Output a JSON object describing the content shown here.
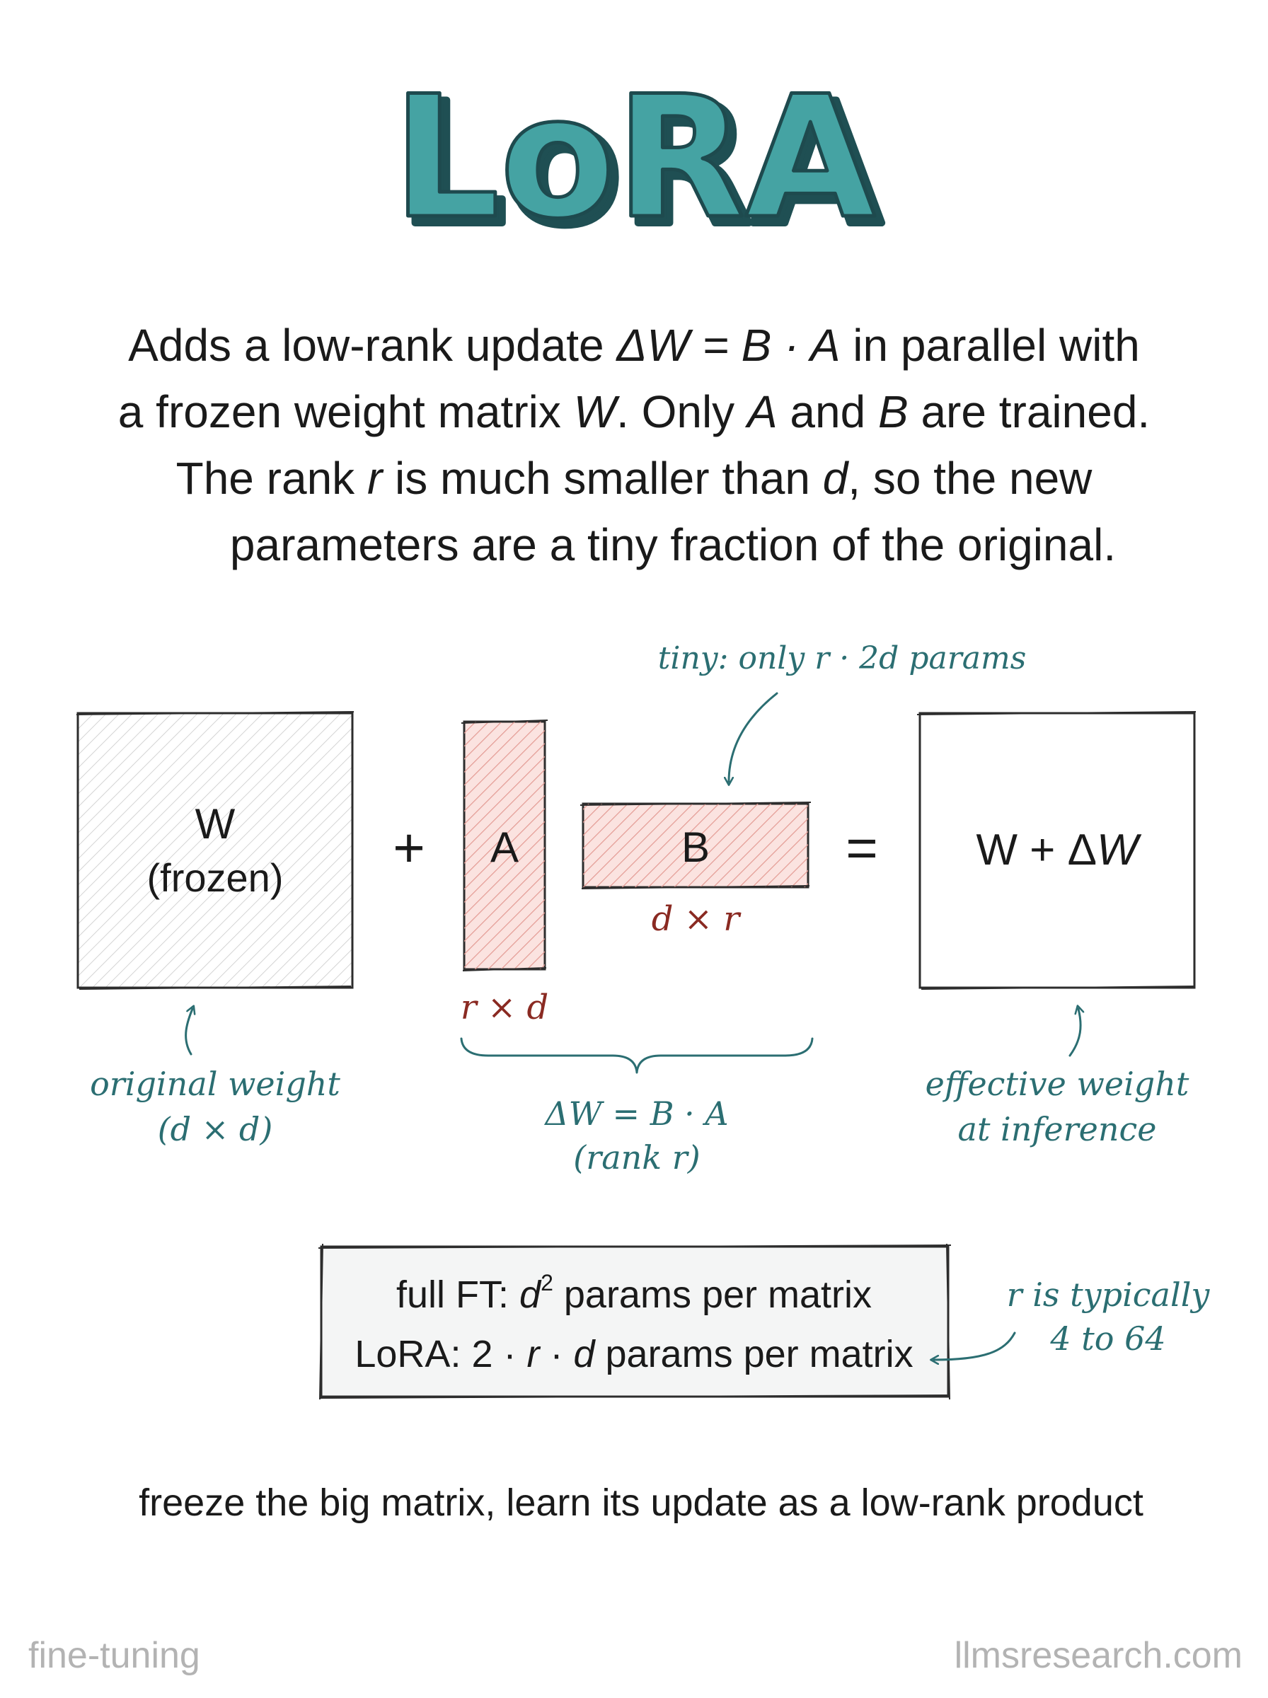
{
  "title": "LoRA",
  "description": {
    "line1_a": "Adds a low-rank update ",
    "line1_math": "ΔW = B · A",
    "line1_b": " in parallel with",
    "line2_a": "a frozen weight matrix ",
    "line2_w": "W",
    "line2_b": ". Only ",
    "line2_A": "A",
    "line2_c": " and ",
    "line2_B": "B",
    "line2_d": " are trained.",
    "line3_a": "The rank ",
    "line3_r": "r",
    "line3_b": " is much smaller than ",
    "line3_d": "d",
    "line3_c": ", so the new",
    "line4": "parameters are a tiny fraction of the original."
  },
  "diagram": {
    "matrix_w_label": "W",
    "matrix_w_sublabel": "(frozen)",
    "plus_sign": "+",
    "matrix_a_label": "A",
    "matrix_b_label": "B",
    "equals_sign": "=",
    "result_label_a": "W + Δ",
    "result_label_b": "W",
    "a_dims": "r × d",
    "b_dims": "d × r",
    "tiny_note": "tiny: only r · 2d params",
    "original_note_1": "original weight",
    "original_note_2": "(d × d)",
    "delta_note_1": "ΔW = B · A",
    "delta_note_2": "(rank r)",
    "effective_note_1": "effective weight",
    "effective_note_2": "at inference"
  },
  "comparison": {
    "full_a": "full FT: ",
    "full_d": "d",
    "full_sup": "2",
    "full_b": " params per matrix",
    "lora_a": "LoRA: 2 · ",
    "lora_r": "r",
    "lora_b": " · ",
    "lora_d": "d",
    "lora_c": " params per matrix",
    "side_note_1": "r is typically",
    "side_note_2": "4 to 64"
  },
  "tagline": "freeze the big matrix, learn its update as a low-rank product",
  "footer": {
    "left": "fine-tuning",
    "right": "llmsresearch.com"
  },
  "colors": {
    "teal": "#45a3a3",
    "teal_dark": "#1e5257",
    "annotation": "#2b6e72",
    "red_fill": "#f6d6d3",
    "red_hatch": "#e8a39c",
    "red_text": "#8a2a22",
    "gray_hatch": "#d2d2d2",
    "box_fill": "#f4f5f5"
  }
}
